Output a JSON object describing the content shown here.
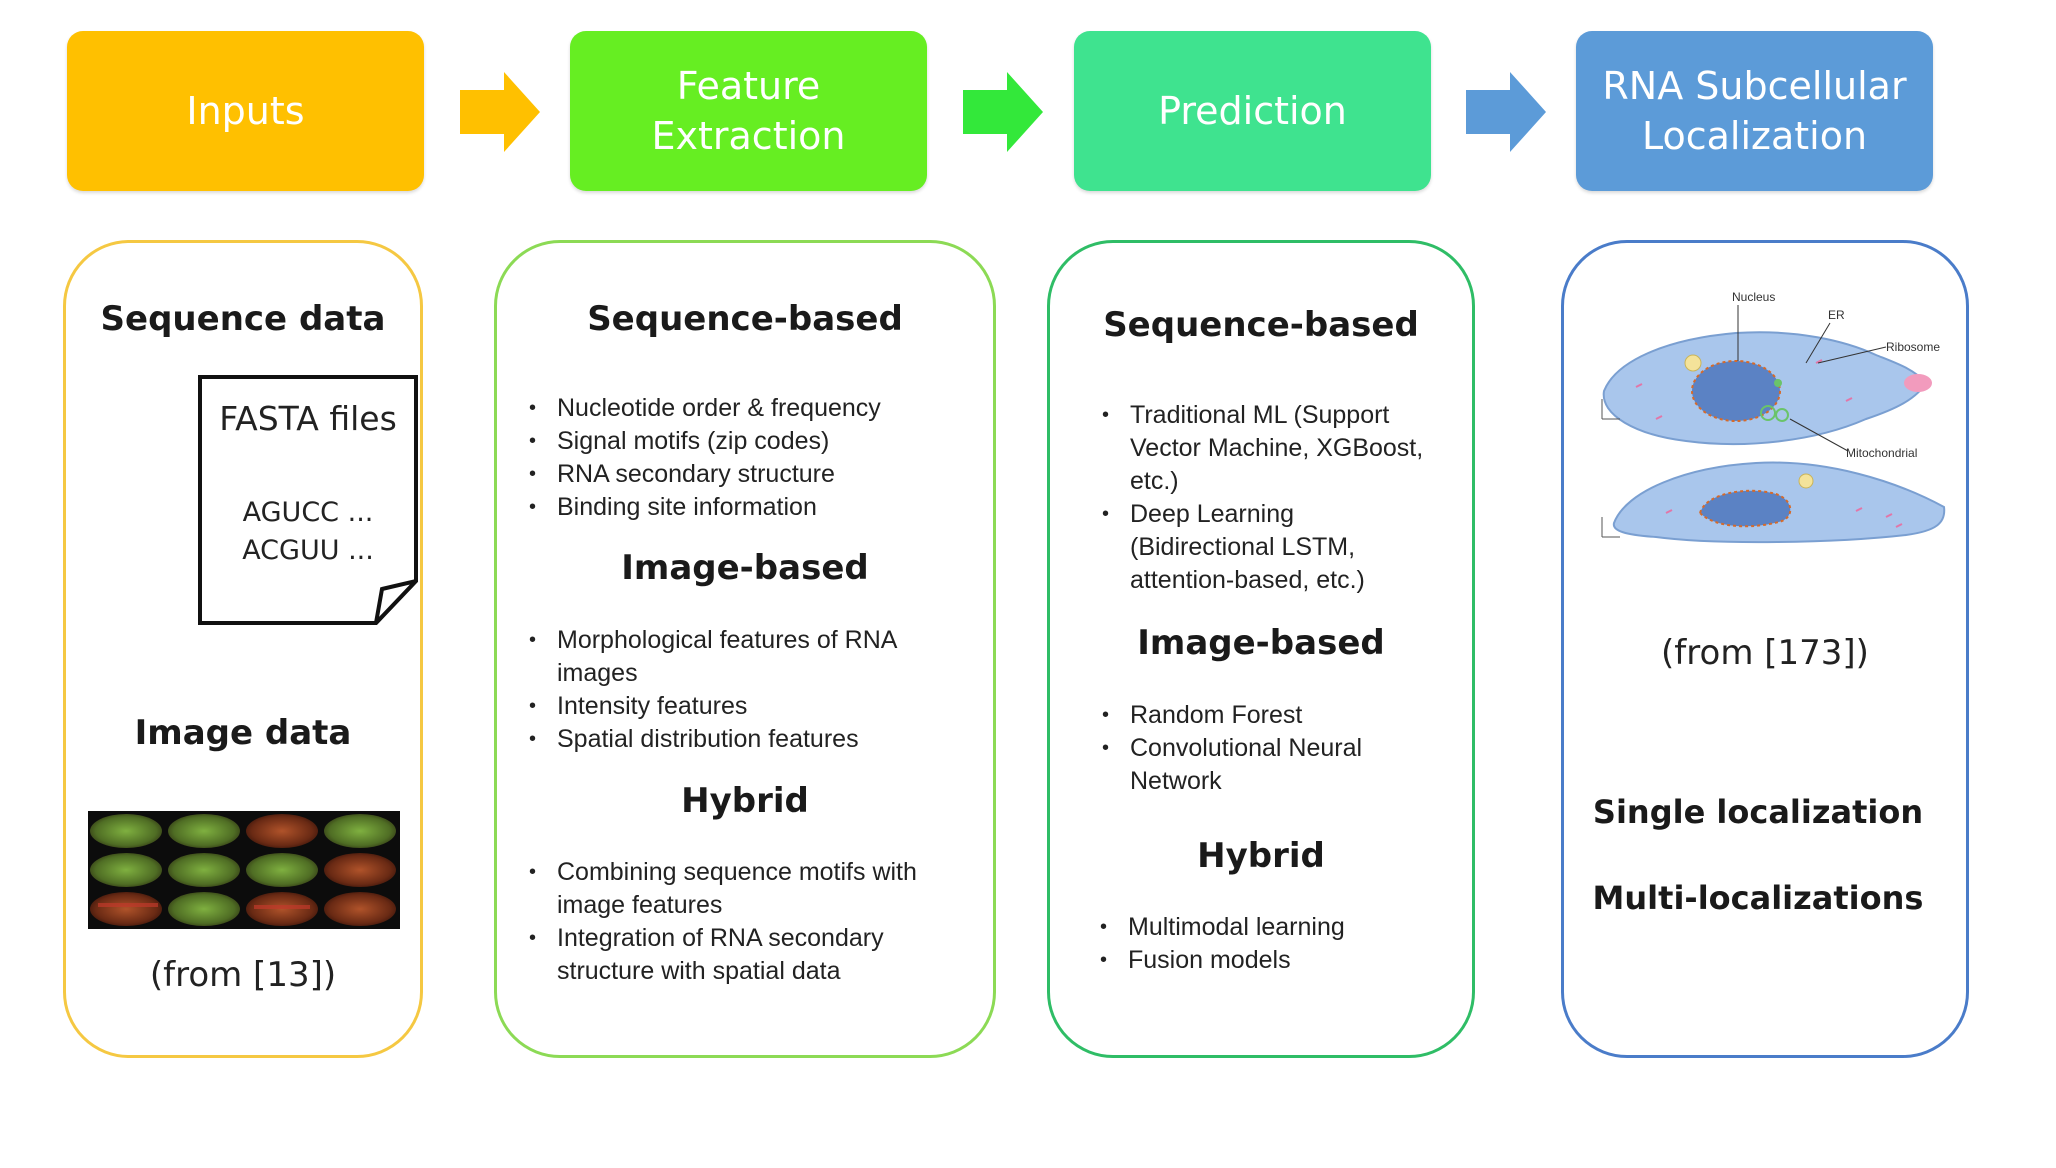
{
  "headers": [
    {
      "line1": "Inputs",
      "line2": "",
      "color": "#FFC000"
    },
    {
      "line1": "Feature",
      "line2": "Extraction",
      "color": "#66EE22"
    },
    {
      "line1": "Prediction",
      "line2": "",
      "color": "#3FE38F"
    },
    {
      "line1": "RNA Subcellular",
      "line2": "Localization",
      "color": "#5C9BD8"
    }
  ],
  "arrow_colors": [
    "#FFC000",
    "#33E83A",
    "#5C9BD8"
  ],
  "inputs": {
    "sequence_title": "Sequence data",
    "fasta_title": "FASTA files",
    "fasta_seq1": "AGUCC ...",
    "fasta_seq2": "ACGUU ...",
    "image_title": "Image data",
    "image_caption": "(from [13])"
  },
  "feature": {
    "seq_title": "Sequence-based",
    "seq_items": [
      "Nucleotide order & frequency",
      "Signal motifs (zip codes)",
      "RNA secondary structure",
      "Binding site information"
    ],
    "img_title": "Image-based",
    "img_items": [
      "Morphological features of RNA images",
      "Intensity features",
      "Spatial distribution features"
    ],
    "hyb_title": "Hybrid",
    "hyb_items": [
      "Combining sequence motifs with image features",
      "Integration of RNA secondary structure with spatial data"
    ]
  },
  "prediction": {
    "seq_title": "Sequence-based",
    "seq_items": [
      "Traditional ML (Support Vector Machine, XGBoost, etc.)",
      "Deep Learning (Bidirectional LSTM, attention-based, etc.)"
    ],
    "img_title": "Image-based",
    "img_items": [
      "Random Forest",
      "Convolutional Neural Network"
    ],
    "hyb_title": "Hybrid",
    "hyb_items": [
      "Multimodal learning",
      "Fusion models"
    ]
  },
  "localization": {
    "cell_labels": {
      "nucleus": "Nucleus",
      "er": "ER",
      "ribosome": "Ribosome",
      "mitochondrial": "Mitochondrial"
    },
    "caption": "(from [173])",
    "single": "Single localization",
    "multi": "Multi-localizations"
  }
}
